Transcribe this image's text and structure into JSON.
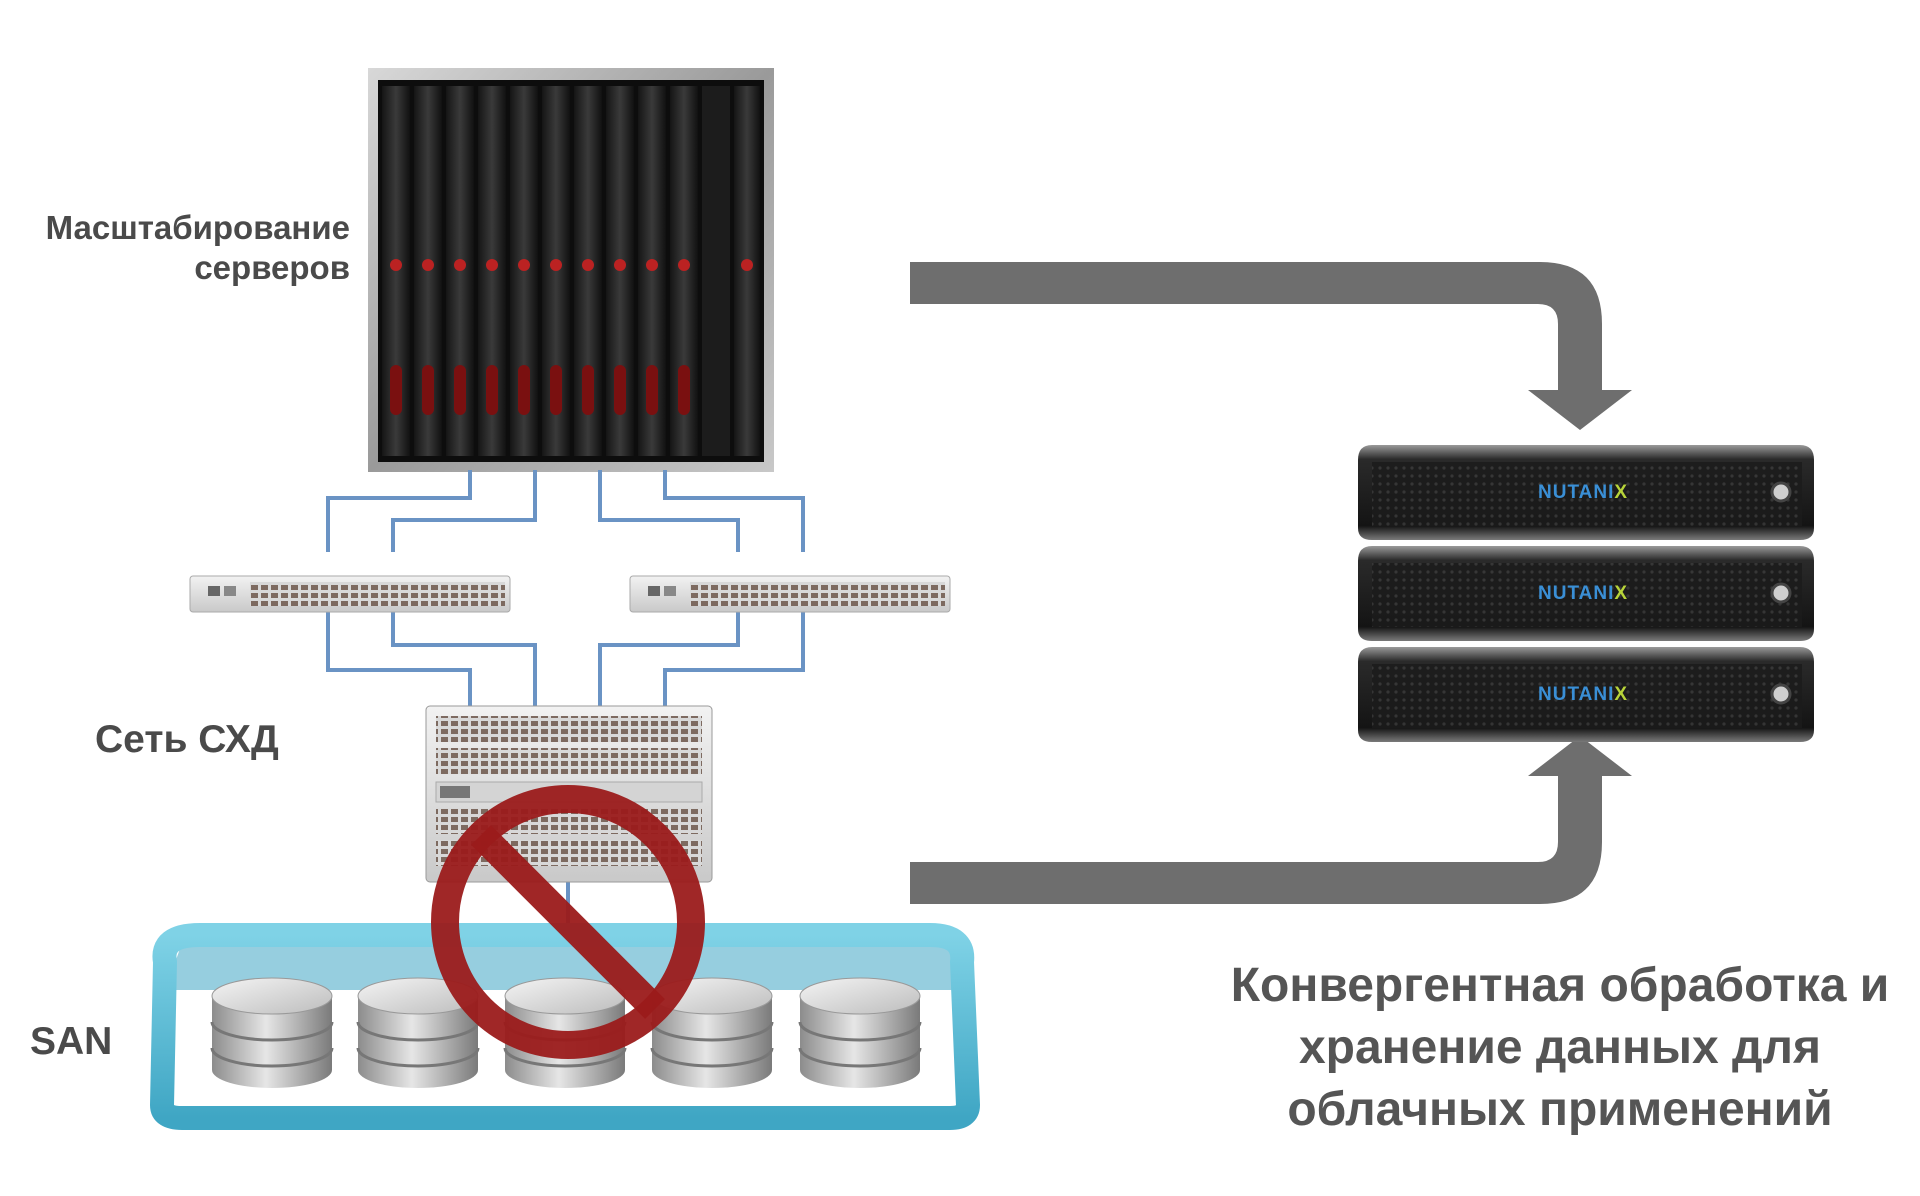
{
  "labels": {
    "server_scaling": "Масштабирование серверов",
    "storage_network": "Сеть СХД",
    "san": "SAN",
    "converged": "Конвергентная обработка и хранение данных для облачных применений"
  },
  "brand": {
    "prefix": "NUTANI",
    "suffix": "X"
  },
  "colors": {
    "label_text": "#4a4a4a",
    "arrow": "#6e6e6e",
    "link_line": "#6a93c4",
    "san_frame": "#5bbcd6",
    "prohibited": "#9b1b1b",
    "brand_blue": "#3a8fd6",
    "brand_green": "#b8d43a"
  },
  "icons": {
    "blade_chassis": "blade-server-chassis-icon",
    "fc_switch": "fc-switch-icon",
    "director_switch": "san-director-switch-icon",
    "disk": "disk-cylinder-icon",
    "prohibited": "prohibited-sign-icon",
    "arrow": "curved-arrow-icon",
    "nutanix_node": "nutanix-node-icon"
  }
}
